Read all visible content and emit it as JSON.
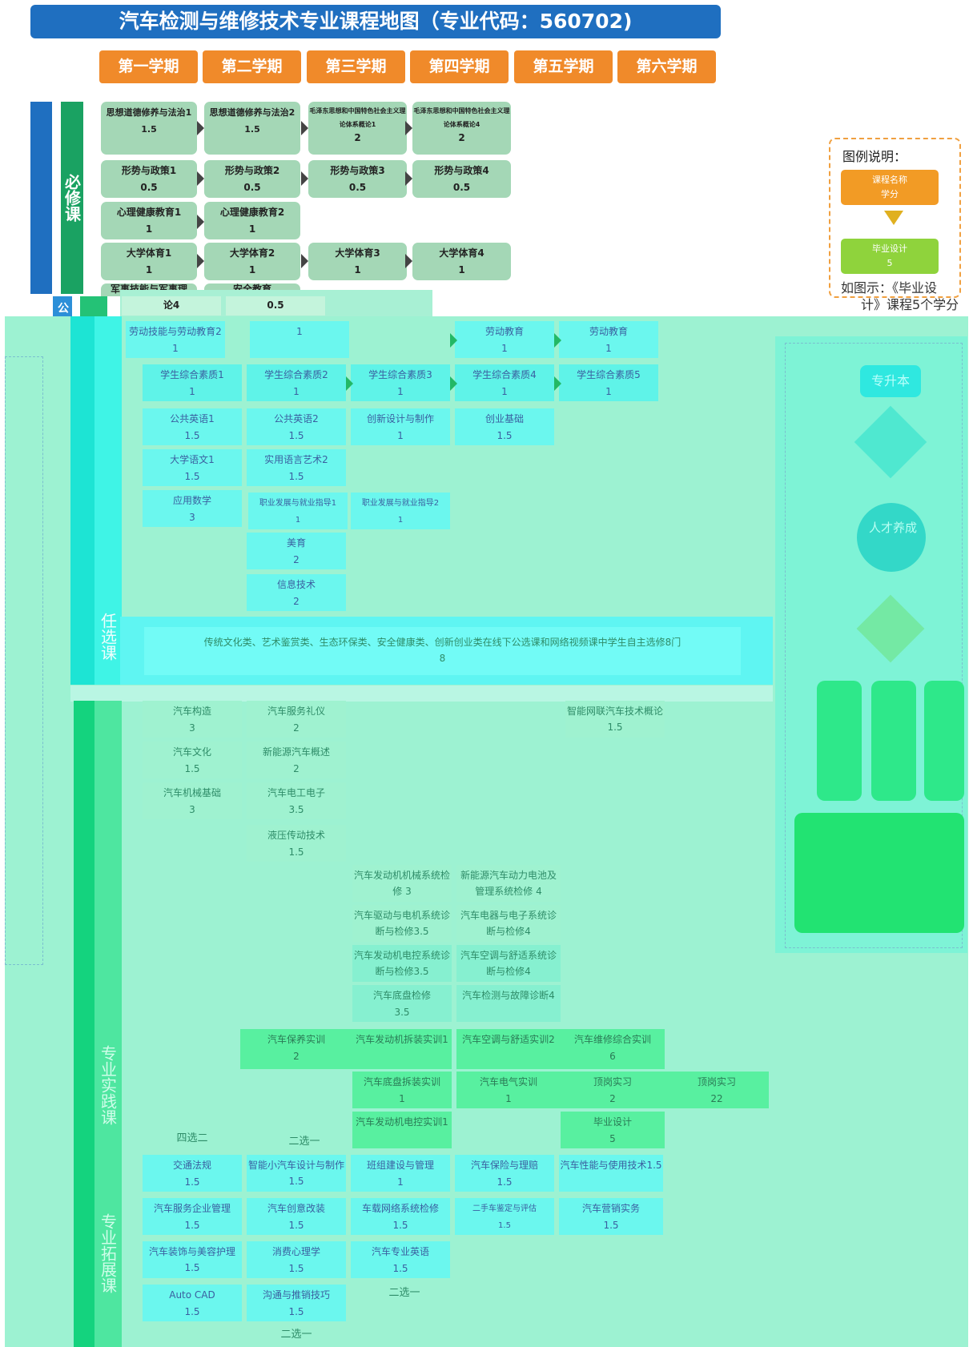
{
  "title": "汽车检测与维修技术专业课程地图（专业代码：560702)",
  "semesters": [
    "第一学期",
    "第二学期",
    "第三学期",
    "第四学期",
    "第五学期",
    "第六学期"
  ],
  "categories": {
    "required": "必修课",
    "public_partial": "公",
    "elective": "任选课",
    "major_practice": "专业实践课",
    "major_expand": "专业拓展课"
  },
  "required_courses": [
    {
      "name": "思想道德修养与法治1",
      "credit": "1.5"
    },
    {
      "name": "思想道德修养与法治2",
      "credit": "1.5"
    },
    {
      "name": "毛泽东思想和中国特色社会主义理论体系概论1",
      "credit": "2"
    },
    {
      "name": "毛泽东思想和中国特色社会主义理论体系概论4",
      "credit": "2"
    },
    {
      "name": "形势与政策1",
      "credit": "0.5"
    },
    {
      "name": "形势与政策2",
      "credit": "0.5"
    },
    {
      "name": "形势与政策3",
      "credit": "0.5"
    },
    {
      "name": "形势与政策4",
      "credit": "0.5"
    },
    {
      "name": "心理健康教育1",
      "credit": "1"
    },
    {
      "name": "心理健康教育2",
      "credit": "1"
    },
    {
      "name": "大学体育1",
      "credit": "1"
    },
    {
      "name": "大学体育2",
      "credit": "1"
    },
    {
      "name": "大学体育3",
      "credit": "1"
    },
    {
      "name": "大学体育4",
      "credit": "1"
    },
    {
      "name": "军事技能与军事理",
      "credit": ""
    },
    {
      "name": "安全教育",
      "credit": ""
    },
    {
      "name": "论4",
      "credit": ""
    },
    {
      "name": "0.5",
      "credit": ""
    }
  ],
  "public_courses": [
    {
      "name": "劳动技能与劳动教育2",
      "credit": "1"
    },
    {
      "name": "",
      "credit": "1"
    },
    {
      "name": "劳动教育",
      "credit": "1"
    },
    {
      "name": "劳动教育",
      "credit": "1"
    },
    {
      "name": "学生综合素质1",
      "credit": "1"
    },
    {
      "name": "学生综合素质2",
      "credit": "1"
    },
    {
      "name": "学生综合素质3",
      "credit": "1"
    },
    {
      "name": "学生综合素质4",
      "credit": "1"
    },
    {
      "name": "学生综合素质5",
      "credit": "1"
    },
    {
      "name": "公共英语1",
      "credit": "1.5"
    },
    {
      "name": "公共英语2",
      "credit": "1.5"
    },
    {
      "name": "创新设计与制作",
      "credit": "1"
    },
    {
      "name": "创业基础",
      "credit": "1.5"
    },
    {
      "name": "大学语文1",
      "credit": "1.5"
    },
    {
      "name": "实用语言艺术2",
      "credit": "1.5"
    },
    {
      "name": "应用数学",
      "credit": "3"
    },
    {
      "name": "职业发展与就业指导1",
      "credit": "1"
    },
    {
      "name": "职业发展与就业指导2",
      "credit": "1"
    },
    {
      "name": "美育",
      "credit": "2"
    },
    {
      "name": "信息技术",
      "credit": "2"
    }
  ],
  "elective_text": "传统文化类、艺术鉴赏类、生态环保类、安全健康类、创新创业类在线下公选课和网络视频课中学生自主选修8门",
  "elective_credit": "8",
  "major_courses": [
    {
      "name": "汽车构造",
      "credit": "3"
    },
    {
      "name": "汽车服务礼仪",
      "credit": "2"
    },
    {
      "name": "智能网联汽车技术概论 1.5",
      "credit": ""
    },
    {
      "name": "汽车文化",
      "credit": "1.5"
    },
    {
      "name": "新能源汽车概述",
      "credit": "2"
    },
    {
      "name": "汽车机械基础",
      "credit": "3"
    },
    {
      "name": "汽车电工电子",
      "credit": "3.5"
    },
    {
      "name": "液压传动技术",
      "credit": "1.5"
    },
    {
      "name": "汽车发动机机械系统检修 3",
      "credit": ""
    },
    {
      "name": "新能源汽车动力电池及管理系统检修 4",
      "credit": ""
    },
    {
      "name": "汽车驱动与电机系统诊断与检修3.5",
      "credit": ""
    },
    {
      "name": "汽车电器与电子系统诊断与检修4",
      "credit": ""
    },
    {
      "name": "汽车发动机电控系统诊断与检修3.5",
      "credit": ""
    },
    {
      "name": "汽车空调与舒适系统诊断与检修4",
      "credit": ""
    },
    {
      "name": "汽车底盘检修",
      "credit": "3.5"
    },
    {
      "name": "汽车检测与故障诊断4",
      "credit": ""
    }
  ],
  "practice_courses": [
    {
      "name": "汽车保养实训",
      "credit": "2"
    },
    {
      "name": "汽车发动机拆装实训1",
      "credit": ""
    },
    {
      "name": "汽车空调与舒适实训2",
      "credit": ""
    },
    {
      "name": "汽车维修综合实训",
      "credit": "6"
    },
    {
      "name": "汽车底盘拆装实训",
      "credit": "1"
    },
    {
      "name": "汽车电气实训",
      "credit": "1"
    },
    {
      "name": "顶岗实习",
      "credit": "2"
    },
    {
      "name": "顶岗实习",
      "credit": "22"
    },
    {
      "name": "汽车发动机电控实训1",
      "credit": ""
    },
    {
      "name": "毕业设计",
      "credit": "5"
    }
  ],
  "practice_notes": [
    "四选二",
    "二选一"
  ],
  "expand_courses": [
    {
      "name": "交通法规",
      "credit": "1.5"
    },
    {
      "name": "智能小汽车设计与制作1.5",
      "credit": ""
    },
    {
      "name": "班组建设与管理",
      "credit": "1"
    },
    {
      "name": "汽车保险与理赔",
      "credit": "1.5"
    },
    {
      "name": "汽车性能与使用技术1.5",
      "credit": ""
    },
    {
      "name": "汽车服务企业管理",
      "credit": "1.5"
    },
    {
      "name": "汽车创意改装",
      "credit": "1.5"
    },
    {
      "name": "车载网络系统检修",
      "credit": "1.5"
    },
    {
      "name": "二手车鉴定与评估",
      "credit": "1.5"
    },
    {
      "name": "汽车营销实务",
      "credit": "1.5"
    },
    {
      "name": "汽车装饰与美容护理1.5",
      "credit": ""
    },
    {
      "name": "消费心理学",
      "credit": "1.5"
    },
    {
      "name": "汽车专业英语",
      "credit": "1.5"
    },
    {
      "name": "Auto CAD",
      "credit": "1.5"
    },
    {
      "name": "沟通与推销技巧",
      "credit": "1.5"
    }
  ],
  "expand_notes": [
    "二选一",
    "二选一"
  ],
  "legend": {
    "title": "图例说明：",
    "course_name": "课程名称",
    "credit": "学分",
    "grad_name": "毕业设计",
    "grad_credit": "5",
    "note_line1": "如图示：《毕业设",
    "note_line2": "计》课程5个学分"
  },
  "right_panel": {
    "upgrade": "专升本",
    "goal": "人才养成"
  },
  "colors": {
    "title_bg": "#1f6fc0",
    "semester_bg": "#f08a2a",
    "course_gray": "#a4d7b6",
    "legend_course": "#f29b25",
    "legend_grad": "#8fd33c",
    "mint_bg": "#9df2d2",
    "aqua": "#6bf7ee"
  }
}
